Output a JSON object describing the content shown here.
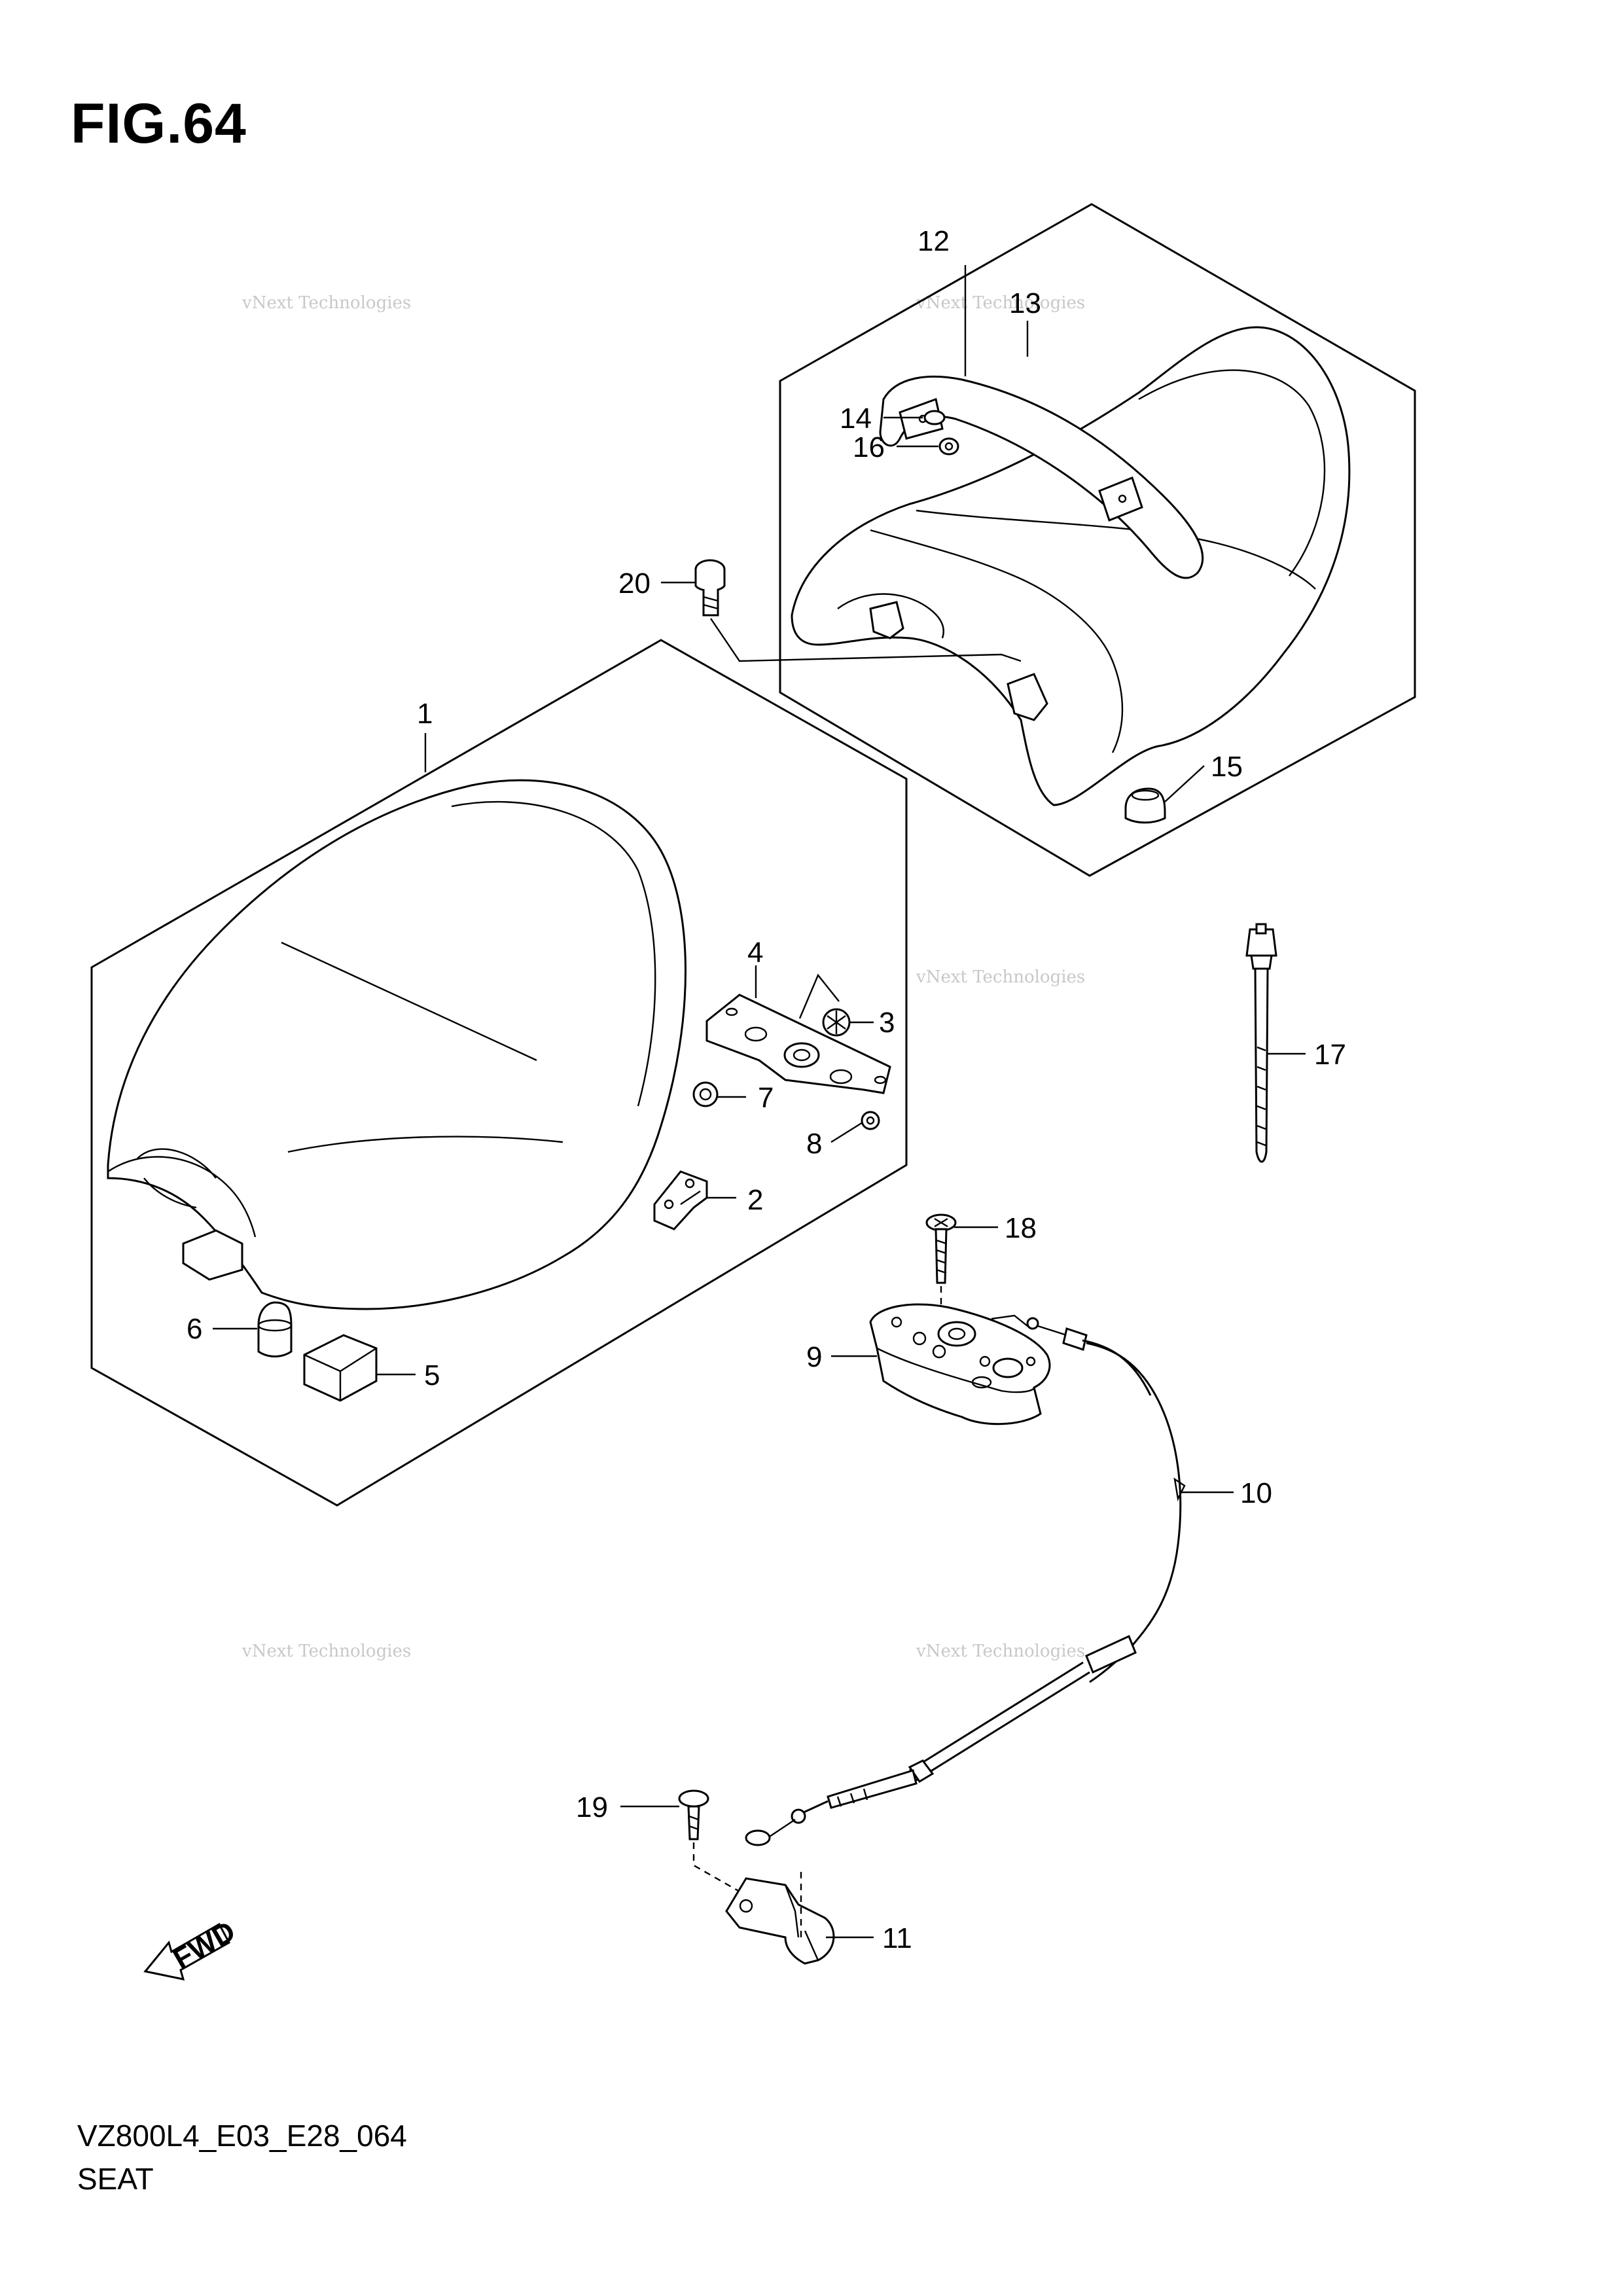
{
  "figure": {
    "title": "FIG.64",
    "model_code": "VZ800L4_E03_E28_064",
    "caption": "SEAT",
    "fwd_label": "FWD"
  },
  "watermark": {
    "line1": "vNext Technologies",
    "line2": "Technologies",
    "line3": "vNext"
  },
  "callouts": [
    "1",
    "2",
    "3",
    "4",
    "5",
    "6",
    "7",
    "8",
    "9",
    "10",
    "11",
    "12",
    "13",
    "14",
    "15",
    "16",
    "17",
    "18",
    "19",
    "20"
  ]
}
